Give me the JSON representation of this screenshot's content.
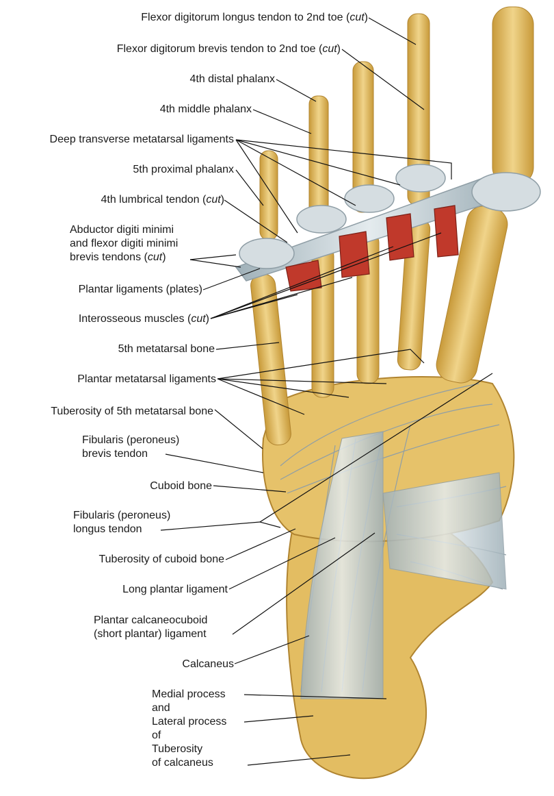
{
  "labels": {
    "fdl_tendon": {
      "text": "Flexor digitorum longus tendon to 2nd toe (",
      "cut": "cut",
      "close": ")"
    },
    "fdb_tendon": {
      "text": "Flexor digitorum brevis tendon to 2nd toe (",
      "cut": "cut",
      "close": ")"
    },
    "distal_phalanx_4": "4th distal phalanx",
    "middle_phalanx_4": "4th middle phalanx",
    "deep_transverse": "Deep transverse metatarsal ligaments",
    "proximal_phalanx_5": "5th proximal phalanx",
    "lumbrical_4": {
      "text": "4th lumbrical tendon (",
      "cut": "cut",
      "close": ")"
    },
    "abductor": {
      "line1": "Abductor digiti minimi",
      "line2": "and flexor digiti minimi",
      "line3": "brevis tendons (",
      "cut": "cut",
      "close": ")"
    },
    "plantar_plates": "Plantar ligaments (plates)",
    "interosseous": {
      "text": "Interosseous muscles (",
      "cut": "cut",
      "close": ")"
    },
    "metatarsal_5": "5th metatarsal bone",
    "plantar_metatarsal": "Plantar metatarsal ligaments",
    "tuberosity_5": "Tuberosity of 5th metatarsal bone",
    "fib_brevis": {
      "line1": "Fibularis (peroneus)",
      "line2": "brevis tendon"
    },
    "cuboid": "Cuboid bone",
    "fib_longus": {
      "line1": "Fibularis (peroneus)",
      "line2": "longus tendon"
    },
    "tuberosity_cuboid": "Tuberosity of cuboid bone",
    "long_plantar": "Long plantar ligament",
    "calcaneocuboid": {
      "line1": "Plantar calcaneocuboid",
      "line2": "(short plantar) ligament"
    },
    "calcaneus": "Calcaneus",
    "processes": {
      "l1": "Medial process",
      "l2": "and",
      "l3": "Lateral process",
      "l4": "of",
      "l5": "Tuberosity",
      "l6": "of calcaneus"
    }
  },
  "colors": {
    "bone": "#e6c26a",
    "bone_dark": "#c89a3a",
    "ligament": "#c9d3d8",
    "ligament_line": "#8f9ea6",
    "muscle": "#c0392b",
    "leader": "#111111"
  }
}
